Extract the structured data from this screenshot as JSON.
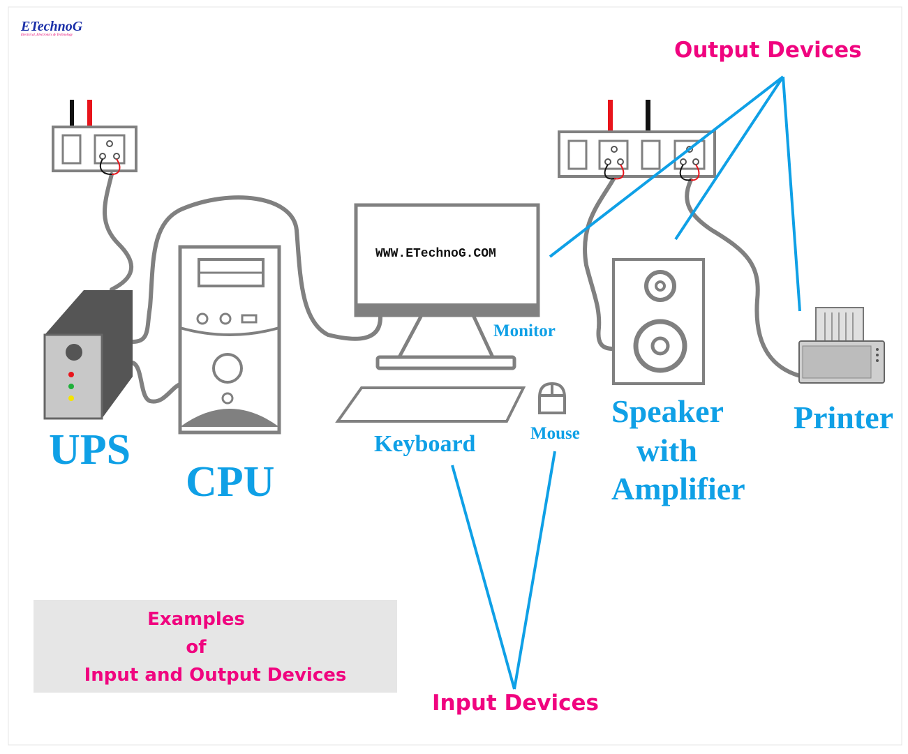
{
  "logo": {
    "brand": "ETechnoG",
    "tagline": "Electrical, Electronics & Technology"
  },
  "monitor_screen_text": "WWW.ETechnoG.COM",
  "labels": {
    "ups": "UPS",
    "cpu": "CPU",
    "monitor": "Monitor",
    "keyboard": "Keyboard",
    "mouse": "Mouse",
    "speaker": [
      "Speaker",
      "with",
      "Amplifier"
    ],
    "printer": "Printer",
    "output_devices": "Output Devices",
    "input_devices": "Input Devices"
  },
  "caption": [
    "Examples",
    "of",
    "Input and Output Devices"
  ],
  "colors": {
    "label_blue": "#0fa0e6",
    "heading_pink": "#f0047f",
    "cable_gray": "#808080",
    "caption_bg": "#e6e6e6"
  }
}
